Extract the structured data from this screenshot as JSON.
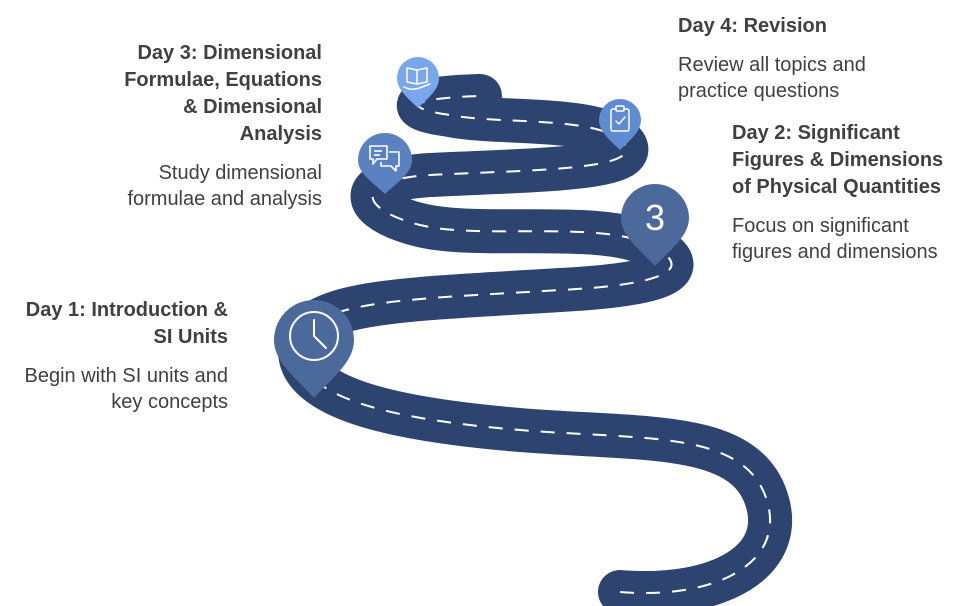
{
  "colors": {
    "road": "#2e4470",
    "road_marking": "#ffffff",
    "pin_day1": "#4b6a9b",
    "pin_day2": "#4b6a9b",
    "pin_day3": "#5b82c0",
    "pin_day4": "#79a7ec",
    "text": "#404040"
  },
  "milestones": {
    "day1": {
      "title": "Day 1: Introduction & SI Units",
      "description": "Begin with SI units and key concepts",
      "icon": "clock-icon"
    },
    "day2": {
      "title": "Day 2: Significant Figures & Dimensions of Physical Quantities",
      "description": "Focus on significant figures and dimensions",
      "icon": "number-3-icon",
      "pin_number": "3"
    },
    "day3": {
      "title": "Day 3: Dimensional Formulae, Equations & Dimensional Analysis",
      "description": "Study dimensional formulae and analysis",
      "icon": "chat-bubbles-icon"
    },
    "day4": {
      "title": "Day 4: Revision",
      "description": "Review all topics and practice questions",
      "icon": "open-book-icon"
    }
  },
  "extra_icons": [
    "clipboard-check-icon"
  ]
}
